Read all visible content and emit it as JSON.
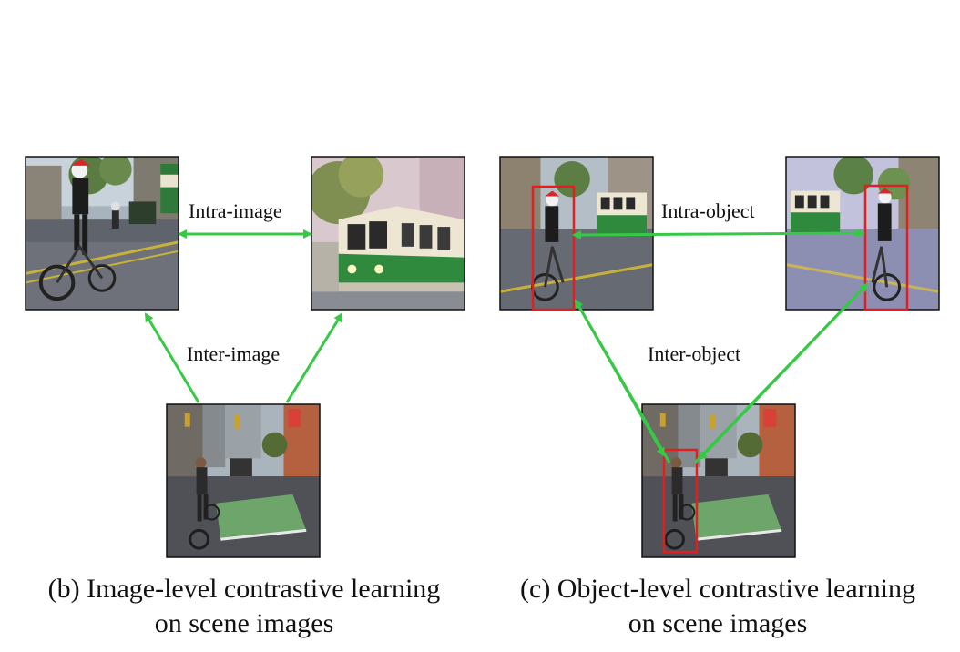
{
  "panel_b": {
    "intra_label": "Intra-image",
    "inter_label": "Inter-image",
    "caption_line1": "(b) Image-level contrastive learning",
    "caption_line2": "on scene images"
  },
  "panel_c": {
    "intra_label": "Intra-object",
    "inter_label": "Inter-object",
    "caption_line1": "(c) Object-level contrastive learning",
    "caption_line2": "on scene images"
  },
  "colors": {
    "arrow": "#37c846",
    "box": "#e02020",
    "frame": "#111111",
    "sky": "#b9c6cf",
    "road": "#6c6f76",
    "tree": "#4f7a3a",
    "tram_green": "#2f8a3e",
    "tram_cream": "#ece6d2"
  },
  "icons": {
    "photo_a": "street-cyclist-photo-icon",
    "photo_b": "tram-crop-photo-icon",
    "photo_c": "bike-lane-photo-icon"
  }
}
